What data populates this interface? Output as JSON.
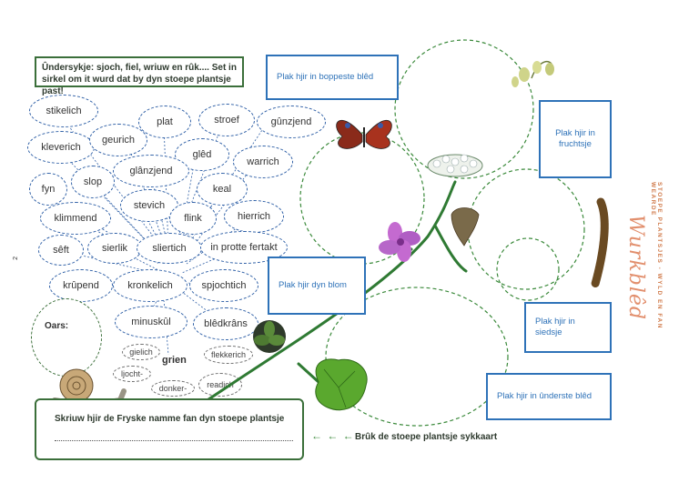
{
  "instruction": "Ûndersykje: sjoch, fiel, wriuw en rûk.... Set in sirkel om it wurd dat by dyn stoepe plantsje past!",
  "words": [
    "stikelich",
    "plat",
    "stroef",
    "gûnzjend",
    "kleverich",
    "geurich",
    "glêd",
    "warrich",
    "fyn",
    "slop",
    "glânzjend",
    "keal",
    "stevich",
    "klimmend",
    "flink",
    "hierrich",
    "sêft",
    "sierlik",
    "sliertich",
    "in protte fertakt",
    "krûpend",
    "kronkelich",
    "spjochtich",
    "minuskûl",
    "blêdkrâns"
  ],
  "other_label": "Oars:",
  "green_group": {
    "title": "grien",
    "options": [
      "gielich",
      "ljocht-",
      "donker-",
      "readich",
      "flekkerich"
    ]
  },
  "plant_labels": {
    "top_leaves": "Plak hjir in boppeste blêd",
    "fruit": "Plak hjir in fruchtsje",
    "flower": "Plak hjir dyn blom",
    "seed": "Plak hjir in siedsje",
    "bottom_leaf": "Plak hjir in ûnderste blêd"
  },
  "name_prompt": "Skriuw hjir de Fryske namme fan dyn stoepe plantsje",
  "arrows": "← ← ←",
  "use_card": "Brûk de stoepe plantsje sykkaart",
  "side_title": "STOEPE PLANTSJES - WYLD EN FAN WEARDE",
  "side_script": "Wurkblêd",
  "page_number": "2",
  "colors": {
    "green": "#3b6f3a",
    "blue": "#2e72b8",
    "accent": "#e28f6d"
  },
  "icons": [
    "butterfly-icon",
    "snail-icon",
    "flower-icon",
    "leaf-icon",
    "caterpillar-icon",
    "seed-icon",
    "rosette-icon",
    "flower-head-icon"
  ]
}
